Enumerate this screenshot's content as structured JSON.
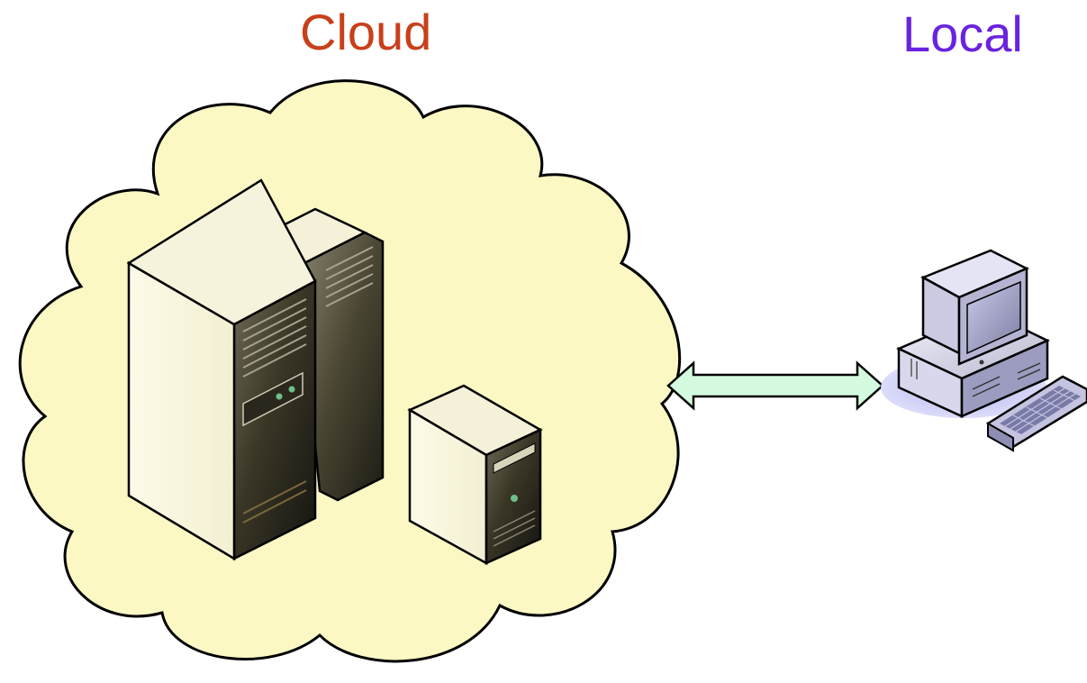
{
  "labels": {
    "cloud": "Cloud",
    "local": "Local"
  },
  "colors": {
    "cloud_label": "#c8401a",
    "local_label": "#6a22e0",
    "cloud_fill": "#fcf8c4",
    "arrow_fill": "#d4fadf"
  },
  "icons": [
    "cloud-shape",
    "server-rack-icon",
    "server-tower-icon",
    "desktop-computer-icon",
    "keyboard-icon",
    "bidirectional-arrow-icon"
  ]
}
